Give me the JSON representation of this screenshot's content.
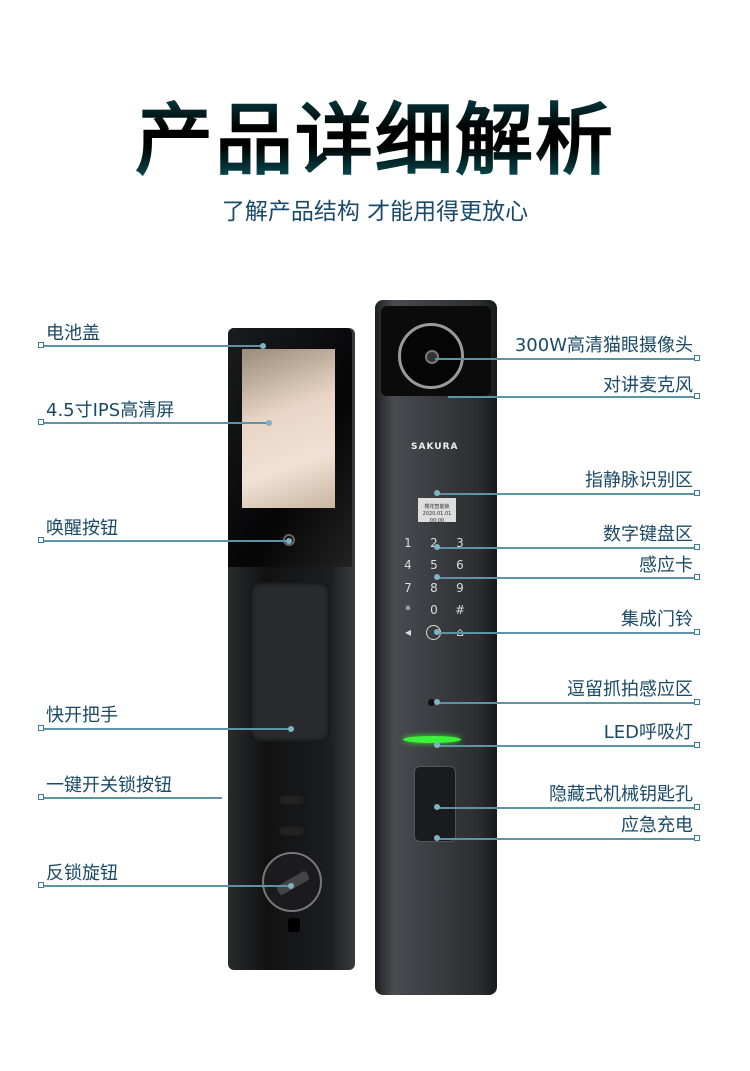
{
  "header": {
    "title": "产品详细解析",
    "subtitle": "了解产品结构 才能用得更放心"
  },
  "brand": "SAKURA",
  "lcd": {
    "line1": "樱花智能锁",
    "line2": "2020.01.01 00:00"
  },
  "keypad": [
    "1",
    "2",
    "3",
    "4",
    "5",
    "6",
    "7",
    "8",
    "9",
    "*",
    "0",
    "#"
  ],
  "left_labels": [
    "电池盖",
    "4.5寸IPS高清屏",
    "唤醒按钮",
    "快开把手",
    "一键开关锁按钮",
    "反锁旋钮"
  ],
  "right_labels": [
    "300W高清猫眼摄像头",
    "对讲麦克风",
    "指静脉识别区",
    "数字键盘区",
    "感应卡",
    "集成门铃",
    "逗留抓拍感应区",
    "LED呼吸灯",
    "隐藏式机械钥匙孔",
    "应急充电"
  ],
  "colors": {
    "line": "#5e93a6",
    "label": "#1a4a66",
    "led": "#3cf03c"
  }
}
